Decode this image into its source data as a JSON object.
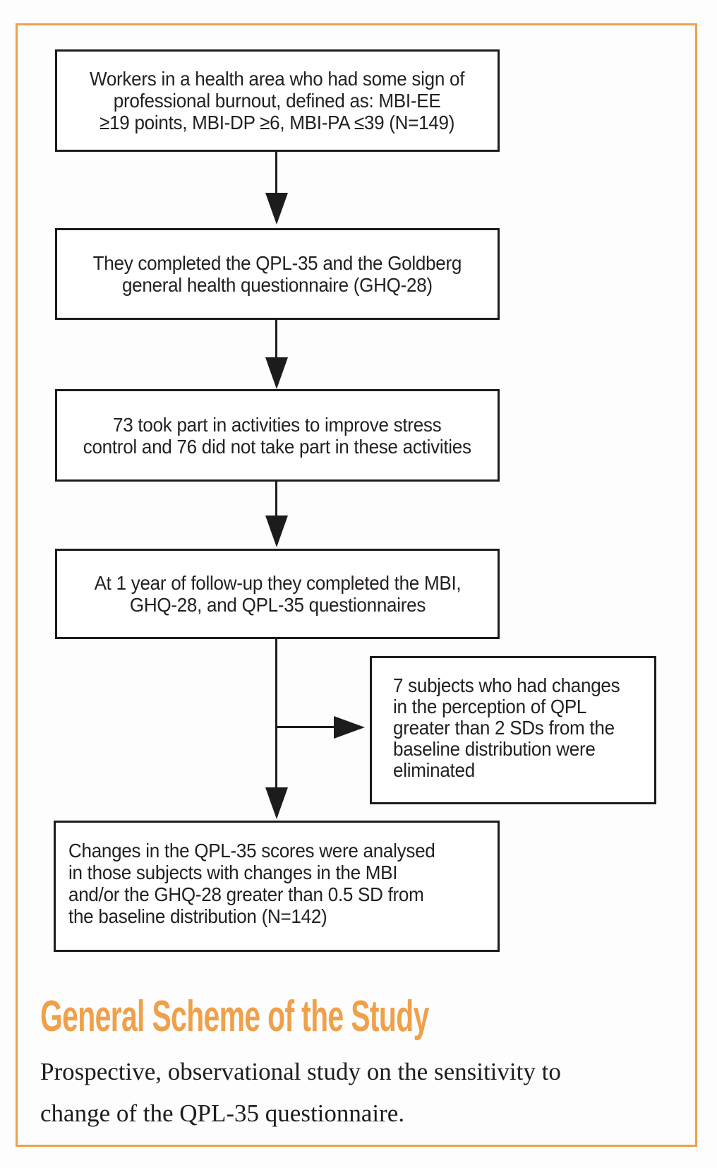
{
  "title": "General Scheme of the Study",
  "caption": {
    "lines": [
      "Prospective, observational study on the sensitivity to",
      "change of the QPL-35 questionnaire."
    ]
  },
  "flowchart": {
    "boxes": [
      {
        "name": "population",
        "lines": [
          "Workers in a health area who had some sign of",
          "professional burnout, defined as: MBI-EE",
          "≥19 points, MBI-DP ≥6, MBI-PA ≤39 (N=149)"
        ]
      },
      {
        "name": "baseline-questionnaires",
        "lines": [
          "They completed the QPL-35 and the Goldberg",
          "general health questionnaire (GHQ-28)"
        ]
      },
      {
        "name": "activity-groups",
        "lines": [
          "73 took part in activities to improve stress",
          "control and 76 did not take part in these activities"
        ]
      },
      {
        "name": "follow-up",
        "lines": [
          "At 1 year of follow-up they completed the MBI,",
          "GHQ-28, and QPL-35 questionnaires"
        ]
      },
      {
        "name": "excluded-subjects",
        "lines": [
          "7 subjects who had changes",
          "in the perception of QPL",
          "greater than 2 SDs from the",
          "baseline distribution were",
          "eliminated"
        ]
      },
      {
        "name": "analysis",
        "lines": [
          "Changes in the QPL-35 scores were analysed",
          "in those subjects with changes in the MBI",
          "and/or the GHQ-28 greater than 0.5 SD from",
          "the baseline distribution (N=142)"
        ]
      }
    ]
  },
  "colors": {
    "accent_orange": "#EFA04A",
    "box_border": "#1C1C1C",
    "ink": "#231F20"
  }
}
